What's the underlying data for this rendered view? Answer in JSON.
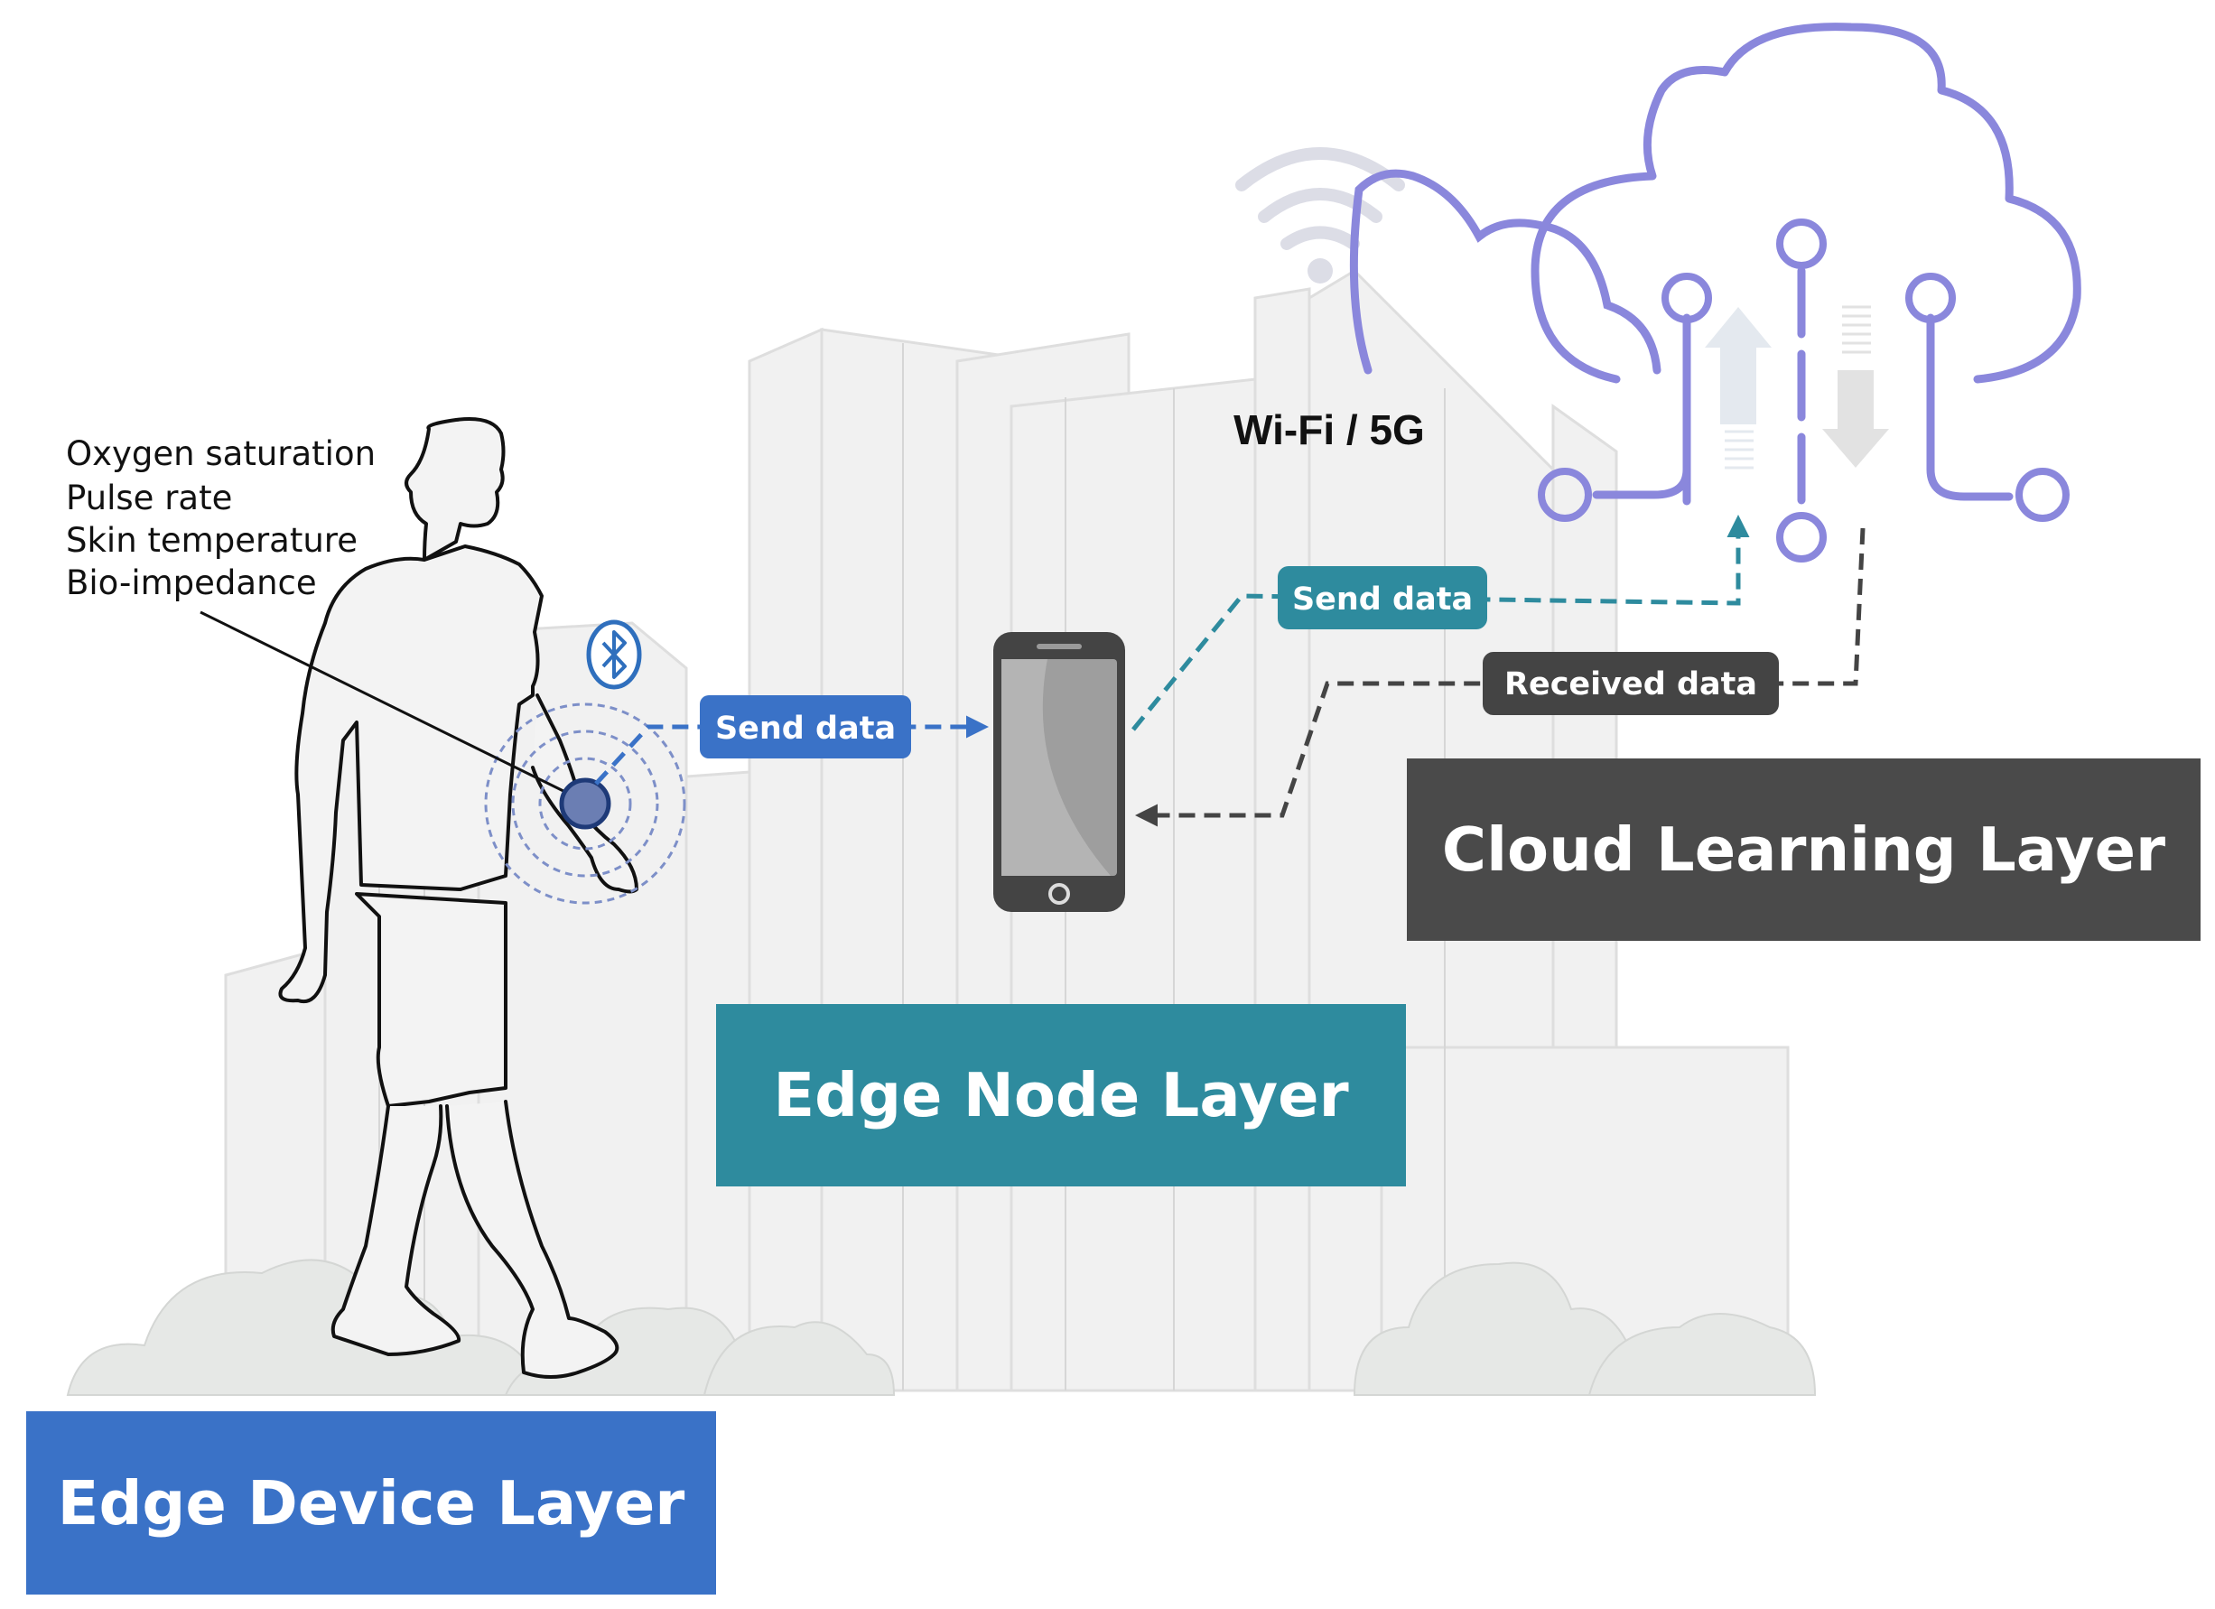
{
  "sensor_list": {
    "items": [
      "Oxygen saturation",
      "Pulse rate",
      "Skin temperature",
      "Bio-impedance"
    ]
  },
  "network": {
    "label": "Wi-Fi / 5G"
  },
  "flows": {
    "device_to_node": "Send data",
    "node_to_cloud": "Send data",
    "cloud_to_node": "Received data"
  },
  "layers": {
    "edge_device": "Edge Device Layer",
    "edge_node": "Edge Node Layer",
    "cloud_learning": "Cloud Learning Layer"
  },
  "colors": {
    "edge_device": "#3a72c7",
    "edge_node": "#2e8b9e",
    "cloud": "#4a4a4a",
    "cloud_icon": "#8a87dc",
    "background_buildings": "#eeeeee"
  }
}
